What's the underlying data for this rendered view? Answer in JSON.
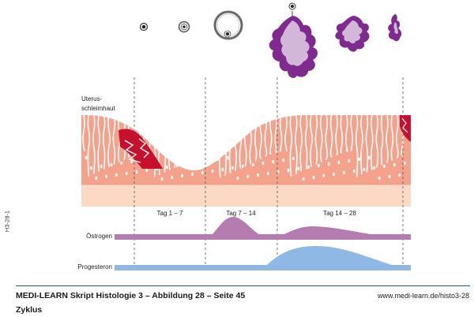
{
  "diagram": {
    "uterus_label_line1": "Uterus-",
    "uterus_label_line2": "schleimhaut",
    "phases": [
      "Tag 1 – 7",
      "Tag 7 – 14",
      "Tag 14 – 28"
    ],
    "hormones": {
      "estrogen": "Östrogen",
      "progesterone": "Progesteron"
    },
    "colors": {
      "endometrium": "#f4a28c",
      "basal_layer": "#fbd9c5",
      "bleeding": "#c8102e",
      "estrogen": "#b57cb0",
      "progesterone": "#8fb8e4",
      "follicle_outline": "#444444",
      "corpus_luteum": "#7e2a8e",
      "corpus_luteum_inner": "#d3b7d9"
    }
  },
  "side_code": "H3-28-1",
  "footer": {
    "title": "MEDI-LEARN Skript Histologie 3 – Abbildung 28 – Seite 45",
    "url": "www.medi-learn.de/histo3-28",
    "subtitle": "Zyklus"
  }
}
